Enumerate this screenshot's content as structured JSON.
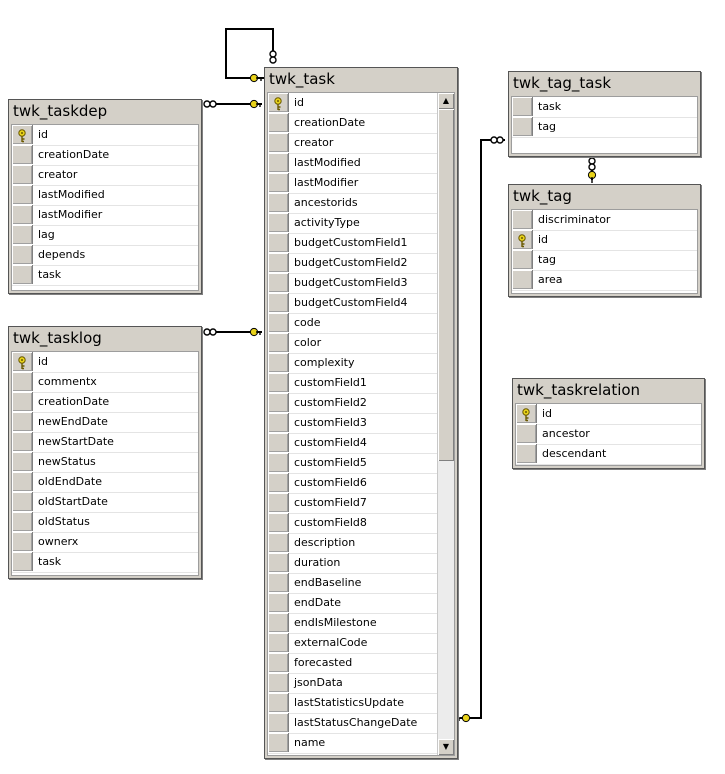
{
  "tables": {
    "task": {
      "name": "twk_task",
      "columns": [
        "id",
        "creationDate",
        "creator",
        "lastModified",
        "lastModifier",
        "ancestorids",
        "activityType",
        "budgetCustomField1",
        "budgetCustomField2",
        "budgetCustomField3",
        "budgetCustomField4",
        "code",
        "color",
        "complexity",
        "customField1",
        "customField2",
        "customField3",
        "customField4",
        "customField5",
        "customField6",
        "customField7",
        "customField8",
        "description",
        "duration",
        "endBaseline",
        "endDate",
        "endIsMilestone",
        "externalCode",
        "forecasted",
        "jsonData",
        "lastStatisticsUpdate",
        "lastStatusChangeDate",
        "name"
      ],
      "keys": [
        "id"
      ]
    },
    "taskdep": {
      "name": "twk_taskdep",
      "columns": [
        "id",
        "creationDate",
        "creator",
        "lastModified",
        "lastModifier",
        "lag",
        "depends",
        "task"
      ],
      "keys": [
        "id"
      ]
    },
    "tasklog": {
      "name": "twk_tasklog",
      "columns": [
        "id",
        "commentx",
        "creationDate",
        "newEndDate",
        "newStartDate",
        "newStatus",
        "oldEndDate",
        "oldStartDate",
        "oldStatus",
        "ownerx",
        "task"
      ],
      "keys": [
        "id"
      ]
    },
    "tag_task": {
      "name": "twk_tag_task",
      "columns": [
        "task",
        "tag"
      ],
      "keys": []
    },
    "tag": {
      "name": "twk_tag",
      "columns": [
        "discriminator",
        "id",
        "tag",
        "area"
      ],
      "keys": [
        "id"
      ]
    },
    "taskrelation": {
      "name": "twk_taskrelation",
      "columns": [
        "id",
        "ancestor",
        "descendant"
      ],
      "keys": [
        "id"
      ]
    }
  },
  "colors": {
    "frame": "#d4d0c8",
    "key": "#e8d21a",
    "line": "#000000"
  },
  "icons": {
    "primary_key": "key-icon",
    "scroll_up": "scroll-up-arrow-icon",
    "scroll_down": "scroll-down-arrow-icon"
  }
}
